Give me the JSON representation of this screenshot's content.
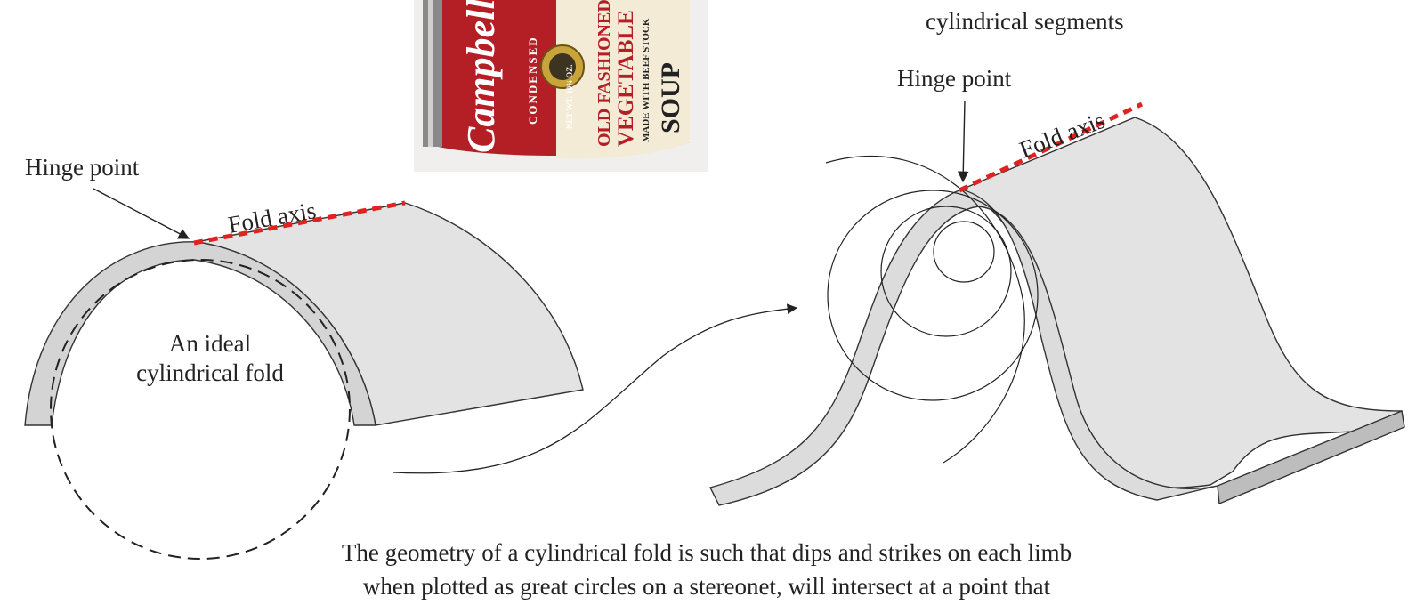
{
  "labels": {
    "top_right_partial": "cylindrical segments",
    "hinge_left": "Hinge point",
    "hinge_right": "Hinge point",
    "fold_axis_left": "Fold axis",
    "fold_axis_right": "Fold axis",
    "ideal_line1": "An ideal",
    "ideal_line2": "cylindrical fold",
    "caption_line1": "The geometry of a cylindrical fold is such that dips and strikes on each limb",
    "caption_line2": "when plotted as great circles on a stereonet, will intersect at a point that"
  },
  "can": {
    "brand": "Campbell's",
    "condensed": "CONDENSED",
    "line1": "OLD FASHIONED",
    "line2": "VEGETABLE",
    "line3": "MADE WITH BEEF STOCK",
    "line4": "SOUP",
    "net_wt": "NET WT. 10¾ OZ."
  },
  "colors": {
    "fold_fill": "#e3e3e3",
    "fold_edge": "#d2d2d2",
    "axis_dash": "#e0231f",
    "can_red": "#b41e25",
    "can_cream": "#f3ebd6"
  }
}
